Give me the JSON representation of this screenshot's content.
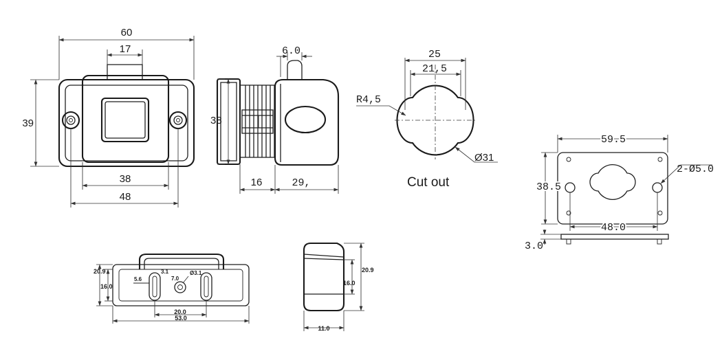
{
  "front_view": {
    "width_60": "60",
    "width_17": "17",
    "height_39": "39",
    "width_38": "38",
    "width_48": "48"
  },
  "side_view": {
    "dim_6": "6.0",
    "height_38": "38",
    "depth_16": "16",
    "depth_29": "29,"
  },
  "cutout": {
    "width_25": "25",
    "width_21_5": "21,5",
    "radius": "R4,5",
    "diameter": "Ø31",
    "caption": "Cut out"
  },
  "plate": {
    "width_59_5": "59.5",
    "height_38_5": "38.5",
    "holes": "2-Ø5.0",
    "spacing_48": "48.0",
    "thickness": "3.0"
  },
  "bottom_view": {
    "h_20_9": "20.9",
    "h_16": "16.0",
    "slot_3_1": "3.1",
    "slot_5_6": "5.6",
    "hole_7": "7.0",
    "hole_3_1": "Ø3.1",
    "span_20": "20.0",
    "span_53": "53.0"
  },
  "end_view": {
    "h_20_9": "20.9",
    "h_16": "16.0",
    "w_11": "11.0"
  }
}
